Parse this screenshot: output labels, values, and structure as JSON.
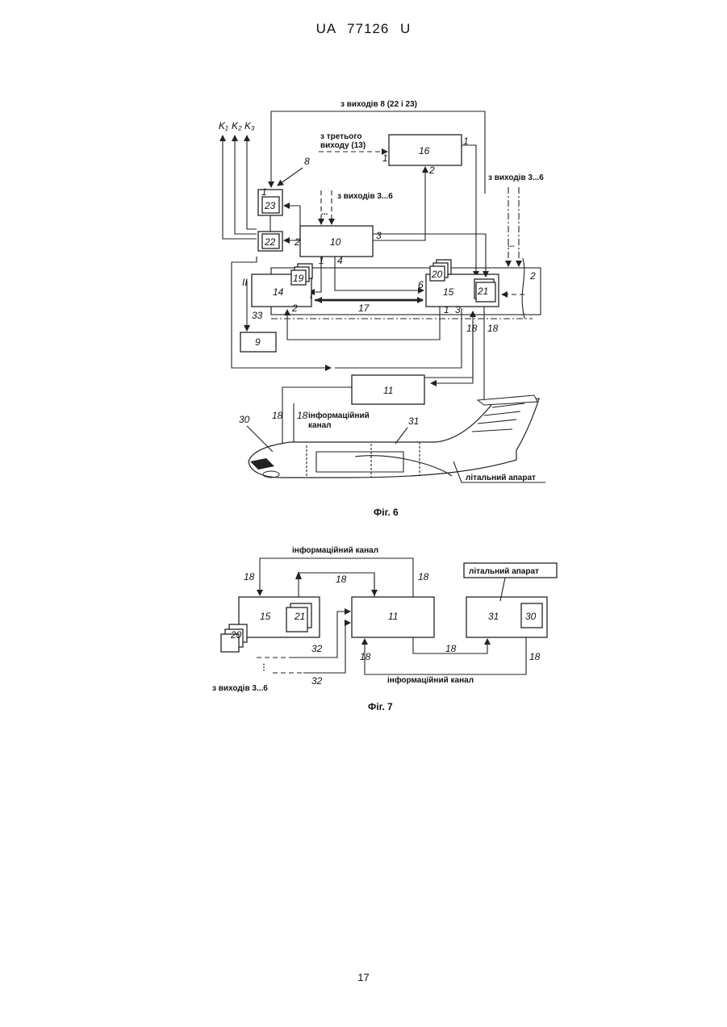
{
  "header": {
    "patent": "UA 77126 U"
  },
  "page_number": "17",
  "fig6": {
    "caption": "Фіг. 6",
    "labels": {
      "from_outputs_8": "з виходів 8 (22 і 23)",
      "from_third_1": "з третього",
      "from_third_2": "виходу (13)",
      "from_outputs_36_a": "з виходів 3...6",
      "from_outputs_36_b": "з виходів 3...6",
      "info_channel_1": "інформаційний",
      "info_channel_2": "канал",
      "aircraft": "літальний апарат",
      "k1": "K₁",
      "k2": "K₂",
      "k3": "K₃",
      "dots1": "...",
      "dots2": "..."
    },
    "blocks": {
      "b2": "2",
      "b9": "9",
      "b10": "10",
      "b11": "11",
      "b14": "14",
      "b15": "15",
      "b16": "16",
      "b19": "19",
      "b20": "20",
      "b21": "21",
      "b22": "22",
      "b23": "23"
    },
    "refs": {
      "r8": "8",
      "r17": "17",
      "r18a": "18",
      "r18b": "18",
      "r18c": "18",
      "r18d": "18",
      "r30": "30",
      "r31": "31",
      "r33": "33"
    },
    "ports": {
      "p16_1": "1",
      "p16_2": "2",
      "p16_1b": "1",
      "p10_2": "2",
      "p10_3": "3",
      "p10_1": "1",
      "p10_4": "4",
      "p23_1": "1",
      "p14_II": "II",
      "p14_I": "I",
      "p14_2": "2",
      "p15_6": "6",
      "p15_1": "1",
      "p15_3": "3"
    }
  },
  "fig7": {
    "caption": "Фіг. 7",
    "labels": {
      "info_top": "інформаційний канал",
      "info_bottom": "інформаційний канал",
      "aircraft": "літальний апарат",
      "from_outputs": "з виходів 3...6",
      "dots": "⋮"
    },
    "blocks": {
      "b15": "15",
      "b21": "21",
      "b20": "20",
      "b11": "11",
      "b31": "31",
      "b30": "30"
    },
    "refs": {
      "r18_1": "18",
      "r18_2": "18",
      "r18_3": "18",
      "r18_4": "18",
      "r18_5": "18",
      "r18_6": "18",
      "r32a": "32",
      "r32b": "32"
    }
  }
}
